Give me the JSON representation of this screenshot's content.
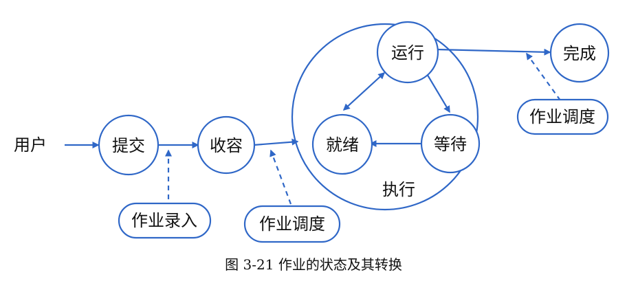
{
  "diagram": {
    "user_label": "用户",
    "nodes": {
      "submit": "提交",
      "admit": "收容",
      "execute": "执行",
      "running": "运行",
      "ready": "就绪",
      "waiting": "等待",
      "complete": "完成"
    },
    "annotations": {
      "job_entry": "作业录入",
      "job_scheduling_1": "作业调度",
      "job_scheduling_2": "作业调度"
    },
    "caption": "图 3-21    作业的状态及其转换",
    "colors": {
      "line": "#2f67c7",
      "text": "#111111",
      "background": "#ffffff"
    }
  }
}
